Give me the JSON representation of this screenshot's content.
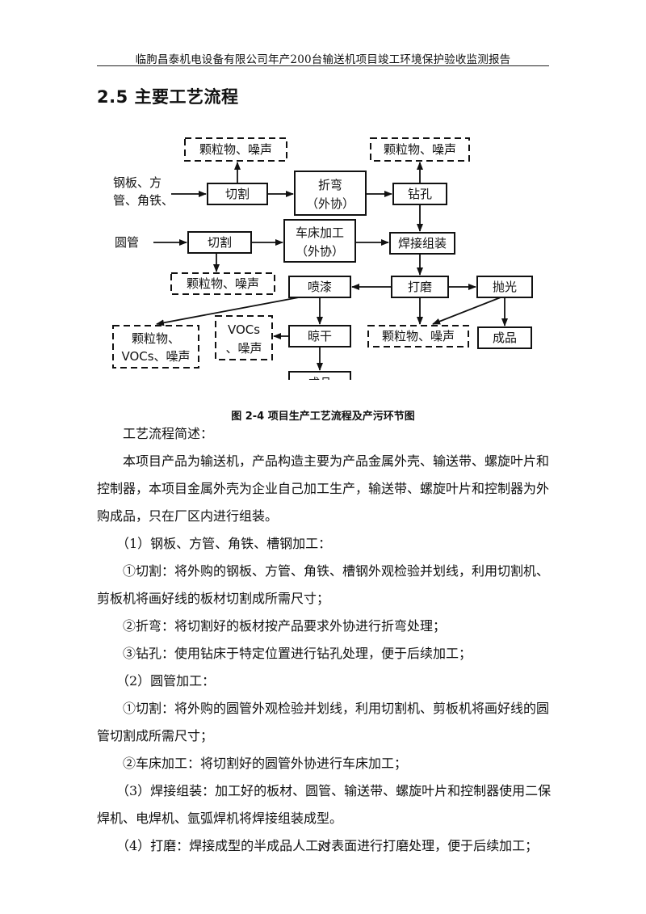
{
  "header": {
    "title": "临朐昌泰机电设备有限公司年产200台输送机项目竣工环境保护验收监测报告"
  },
  "section": {
    "title": "2.5  主要工艺流程"
  },
  "diagram": {
    "input_steel_line1": "钢板、方",
    "input_steel_line2": "管、角铁、",
    "input_pipe": "圆管",
    "cut1": "切割",
    "cut2": "切割",
    "bend_line1": "折弯",
    "bend_line2": "（外协）",
    "drill": "钻孔",
    "lathe_line1": "车床加工",
    "lathe_line2": "（外协）",
    "weld": "焊接组装",
    "grind": "打磨",
    "polish": "抛光",
    "spray": "喷漆",
    "dry": "晾干",
    "product_dry": "成品",
    "product_polish": "成品",
    "pollutant_particle_noise": "颗粒物、噪声",
    "pollutant_spray_line1": "颗粒物、",
    "pollutant_spray_line2": "VOCs、噪声",
    "pollutant_dry_line1": "VOCs",
    "pollutant_dry_line2": "、噪声"
  },
  "figure": {
    "caption": "图 2-4  项目生产工艺流程及产污环节图"
  },
  "body": {
    "p1": "工艺流程简述：",
    "p2": "本项目产品为输送机，产品构造主要为产品金属外壳、输送带、螺旋叶片和控制器，本项目金属外壳为企业自己加工生产，输送带、螺旋叶片和控制器为外购成品，只在厂区内进行组装。",
    "p3": "（1）钢板、方管、角铁、槽钢加工：",
    "p4": "①切割：将外购的钢板、方管、角铁、槽钢外观检验并划线，利用切割机、剪板机将画好线的板材切割成所需尺寸；",
    "p5": "②折弯：将切割好的板材按产品要求外协进行折弯处理；",
    "p6": "③钻孔：使用钻床于特定位置进行钻孔处理，便于后续加工；",
    "p7": "（2）圆管加工：",
    "p8": "①切割：将外购的圆管外观检验并划线，利用切割机、剪板机将画好线的圆管切割成所需尺寸；",
    "p9": "②车床加工：将切割好的圆管外协进行车床加工；",
    "p10": "（3）焊接组装：加工好的板材、圆管、输送带、螺旋叶片和控制器使用二保焊机、电焊机、氩弧焊机将焊接组装成型。",
    "p11": "（4）打磨：焊接成型的半成品人工对表面进行打磨处理，便于后续加工；"
  },
  "footer": {
    "page_number": "13"
  }
}
